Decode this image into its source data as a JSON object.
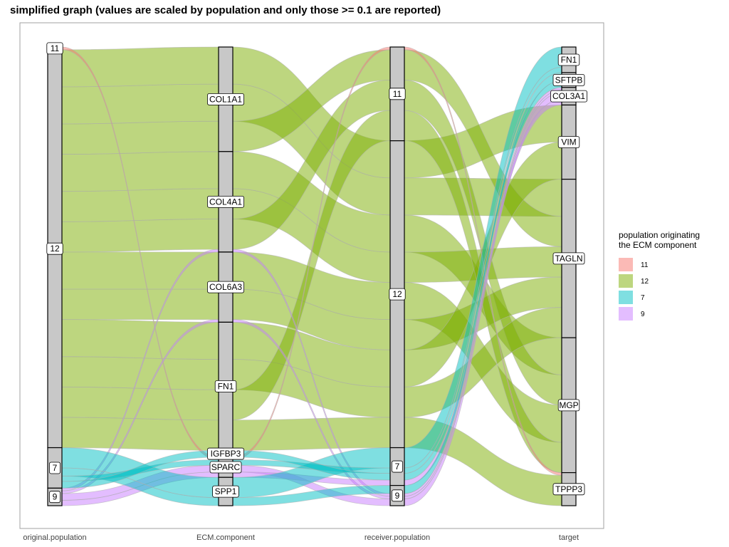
{
  "chart_data": {
    "type": "alluvial",
    "title": "simplified graph (values are scaled by population and only those >= 0.1 are reported)",
    "axes": [
      "original.population",
      "ECM.component",
      "receiver.population",
      "target"
    ],
    "stratum_order": {
      "original.population": [
        "11",
        "12",
        "7",
        "9"
      ],
      "ECM.component": [
        "COL1A1",
        "COL4A1",
        "COL6A3",
        "FN1",
        "IGFBP3",
        "SPARC",
        "SPP1"
      ],
      "receiver.population": [
        "11",
        "12",
        "7",
        "9"
      ],
      "target": [
        "FN1",
        "SFTPB",
        "COL3A1",
        "VIM",
        "TAGLN",
        "MGP",
        "TPPP3"
      ]
    },
    "legend": {
      "title": "population originating\nthe ECM component",
      "entries": [
        {
          "label": "11",
          "color": "#F8766D"
        },
        {
          "label": "12",
          "color": "#7CAE00"
        },
        {
          "label": "7",
          "color": "#00BFC4"
        },
        {
          "label": "9",
          "color": "#C77CFF"
        }
      ]
    },
    "flows": [
      {
        "fill": "12",
        "original": "12",
        "ecm": "COL1A1",
        "receiver": "12",
        "target": "VIM",
        "value": 0.55
      },
      {
        "fill": "12",
        "original": "12",
        "ecm": "COL1A1",
        "receiver": "12",
        "target": "TAGLN",
        "value": 0.55
      },
      {
        "fill": "12",
        "original": "12",
        "ecm": "COL1A1",
        "receiver": "11",
        "target": "TAGLN",
        "value": 0.45
      },
      {
        "fill": "12",
        "original": "12",
        "ecm": "COL4A1",
        "receiver": "12",
        "target": "MGP",
        "value": 0.55
      },
      {
        "fill": "12",
        "original": "12",
        "ecm": "COL4A1",
        "receiver": "12",
        "target": "TAGLN",
        "value": 0.45
      },
      {
        "fill": "12",
        "original": "12",
        "ecm": "COL4A1",
        "receiver": "11",
        "target": "MGP",
        "value": 0.45
      },
      {
        "fill": "12",
        "original": "12",
        "ecm": "COL6A3",
        "receiver": "12",
        "target": "MGP",
        "value": 0.55
      },
      {
        "fill": "12",
        "original": "12",
        "ecm": "COL6A3",
        "receiver": "12",
        "target": "TAGLN",
        "value": 0.45
      },
      {
        "fill": "12",
        "original": "12",
        "ecm": "FN1",
        "receiver": "12",
        "target": "VIM",
        "value": 0.55
      },
      {
        "fill": "12",
        "original": "12",
        "ecm": "FN1",
        "receiver": "12",
        "target": "TAGLN",
        "value": 0.45
      },
      {
        "fill": "12",
        "original": "12",
        "ecm": "FN1",
        "receiver": "11",
        "target": "MGP",
        "value": 0.45
      },
      {
        "fill": "12",
        "original": "12",
        "ecm": "FN1",
        "receiver": "12",
        "target": "TPPP3",
        "value": 0.45
      },
      {
        "fill": "11",
        "original": "11",
        "ecm": "SPARC",
        "receiver": "11",
        "target": "TPPP3",
        "value": 0.04
      },
      {
        "fill": "9",
        "original": "9",
        "ecm": "COL4A1",
        "receiver": "9",
        "target": "COL3A1",
        "value": 0.04
      },
      {
        "fill": "9",
        "original": "9",
        "ecm": "COL6A3",
        "receiver": "9",
        "target": "COL3A1",
        "value": 0.04
      },
      {
        "fill": "9",
        "original": "9",
        "ecm": "SPARC",
        "receiver": "9",
        "target": "COL3A1",
        "value": 0.1
      },
      {
        "fill": "9",
        "original": "9",
        "ecm": "SPARC",
        "receiver": "7",
        "target": "COL3A1",
        "value": 0.08
      },
      {
        "fill": "7",
        "original": "7",
        "ecm": "SPP1",
        "receiver": "7",
        "target": "FN1",
        "value": 0.3
      },
      {
        "fill": "7",
        "original": "7",
        "ecm": "SPP1",
        "receiver": "9",
        "target": "SFTPB",
        "value": 0.12
      },
      {
        "fill": "7",
        "original": "7",
        "ecm": "SPARC",
        "receiver": "7",
        "target": "FN1",
        "value": 0.08
      },
      {
        "fill": "7",
        "original": "7",
        "ecm": "IGFBP3",
        "receiver": "7",
        "target": "SFTPB",
        "value": 0.1
      }
    ]
  }
}
